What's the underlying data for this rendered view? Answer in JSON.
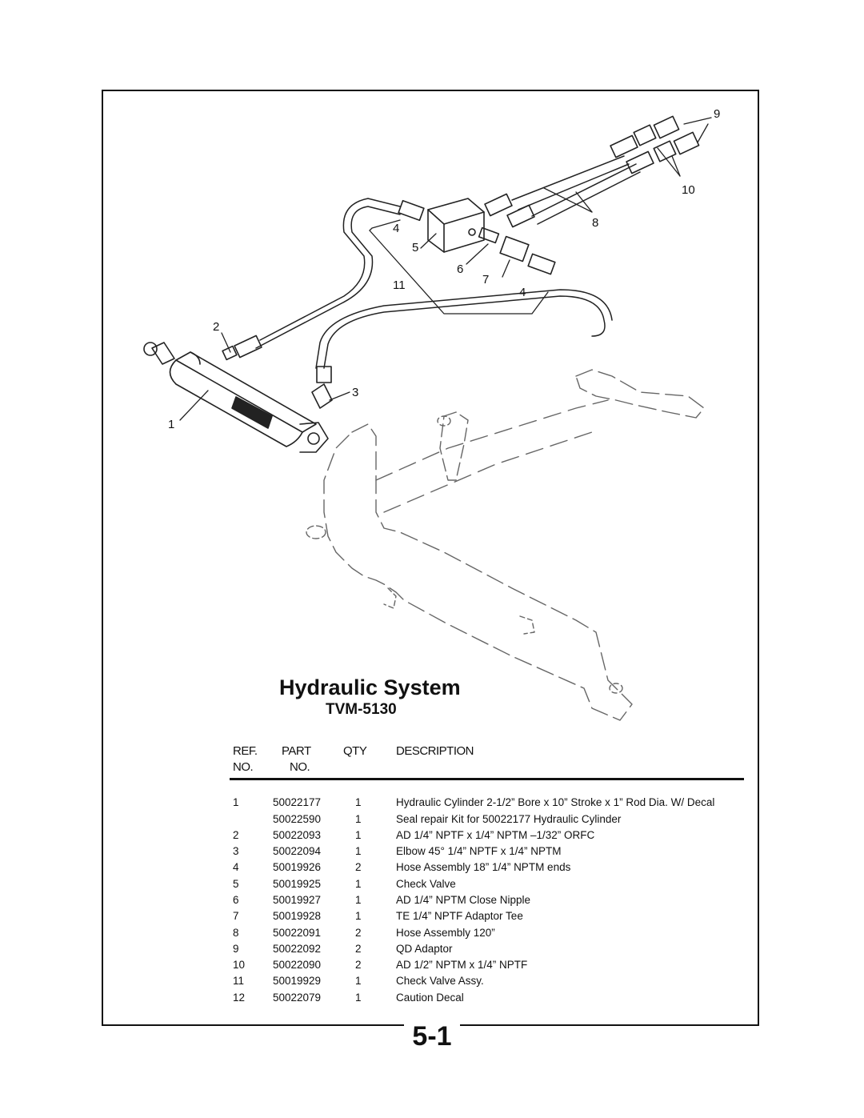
{
  "diagram": {
    "callouts": [
      "1",
      "2",
      "3",
      "4",
      "5",
      "6",
      "7",
      "4",
      "11",
      "8",
      "9",
      "10"
    ]
  },
  "heading": {
    "title": "Hydraulic System",
    "model": "TVM-5130"
  },
  "table": {
    "headers": {
      "ref_line1": "REF.",
      "ref_line2": "NO.",
      "part_line1": "PART",
      "part_line2": "NO.",
      "qty": "QTY",
      "description": "DESCRIPTION"
    },
    "rows": [
      {
        "ref": "1",
        "part": "50022177",
        "qty": "1",
        "desc": "Hydraulic Cylinder 2-1/2” Bore x 10” Stroke x 1” Rod Dia. W/ Decal"
      },
      {
        "ref": "",
        "part": "50022590",
        "qty": "1",
        "desc": "Seal repair Kit for 50022177 Hydraulic Cylinder"
      },
      {
        "ref": "2",
        "part": "50022093",
        "qty": "1",
        "desc": "AD 1/4” NPTF x 1/4” NPTM –1/32” ORFC"
      },
      {
        "ref": "3",
        "part": "50022094",
        "qty": "1",
        "desc": "Elbow 45° 1/4” NPTF x 1/4” NPTM"
      },
      {
        "ref": "4",
        "part": "50019926",
        "qty": "2",
        "desc": "Hose Assembly 18” 1/4” NPTM ends"
      },
      {
        "ref": "5",
        "part": "50019925",
        "qty": "1",
        "desc": "Check Valve"
      },
      {
        "ref": "6",
        "part": "50019927",
        "qty": "1",
        "desc": "AD 1/4” NPTM Close Nipple"
      },
      {
        "ref": "7",
        "part": "50019928",
        "qty": "1",
        "desc": "TE 1/4” NPTF Adaptor Tee"
      },
      {
        "ref": "8",
        "part": "50022091",
        "qty": "2",
        "desc": "Hose Assembly 120”"
      },
      {
        "ref": "9",
        "part": "50022092",
        "qty": "2",
        "desc": "QD Adaptor"
      },
      {
        "ref": "10",
        "part": "50022090",
        "qty": "2",
        "desc": "AD 1/2” NPTM x 1/4” NPTF"
      },
      {
        "ref": "11",
        "part": "50019929",
        "qty": "1",
        "desc": "Check Valve Assy."
      },
      {
        "ref": "12",
        "part": "50022079",
        "qty": "1",
        "desc": "Caution Decal"
      }
    ]
  },
  "footer": {
    "page_number": "5-1"
  }
}
